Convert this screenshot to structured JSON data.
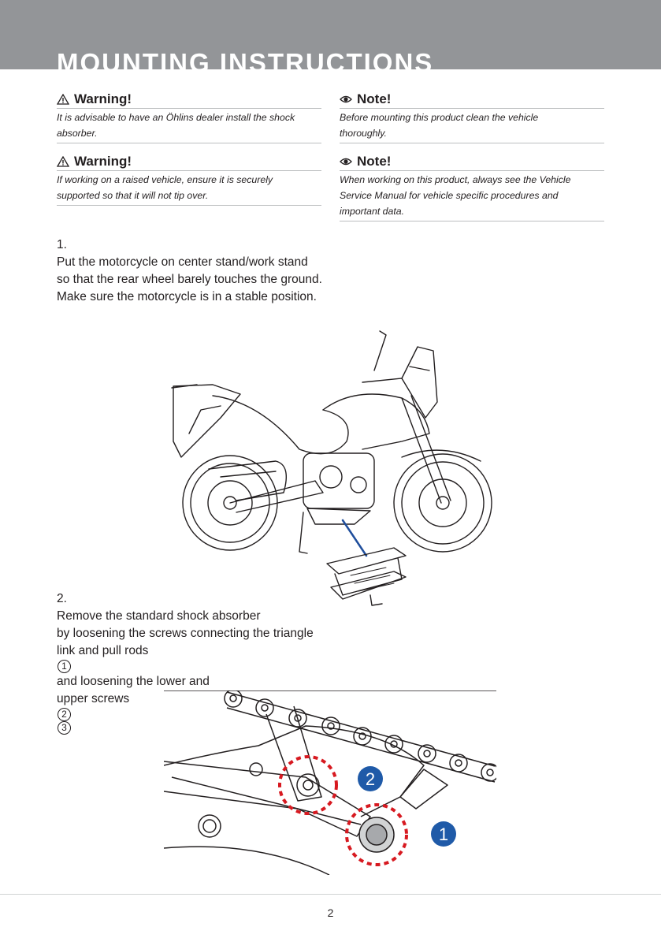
{
  "header": {
    "title": "MOUNTING INSTRUCTIONS",
    "band_color": "#939598"
  },
  "notices": [
    {
      "type": "warning",
      "icon": "warning-triangle-icon",
      "heading": "Warning!",
      "lines": [
        "It is advisable to have an Öhlins dealer install the shock",
        "absorber."
      ]
    },
    {
      "type": "note",
      "icon": "eye-icon",
      "heading": "Note!",
      "lines": [
        "Before mounting this product clean the vehicle",
        "thoroughly."
      ]
    },
    {
      "type": "warning",
      "icon": "warning-triangle-icon",
      "heading": "Warning!",
      "lines": [
        "If working on a raised vehicle, ensure it is securely",
        "supported so that it will not tip over."
      ]
    },
    {
      "type": "note",
      "icon": "eye-icon",
      "heading": "Note!",
      "lines": [
        "When working on this product, always see the Vehicle",
        "Service Manual for vehicle specific procedures and",
        "important data."
      ]
    }
  ],
  "steps": [
    {
      "number": "1.",
      "lines": [
        "Put the motorcycle on center stand/work stand",
        "so that the rear wheel barely touches the ground.",
        "Make sure the motorcycle is in a stable position."
      ]
    },
    {
      "number": "2.",
      "line1": "Remove the standard shock absorber",
      "line2": "by loosening the screws connecting the triangle",
      "line3_a": "link and pull rods",
      "line3_ref": "1",
      "line3_b": "and loosening the lower and",
      "line4_a": "upper screws",
      "line4_ref1": "2",
      "line4_ref2": "3"
    }
  ],
  "illustrations": {
    "motorcycle": {
      "description_icon": "motorcycle-on-stand-illustration",
      "accent_color": "#1f4e9c"
    },
    "linkage": {
      "callouts": [
        "2",
        "1"
      ],
      "callout_color": "#1f5aa8",
      "marker_color": "#d71920"
    }
  },
  "footer": {
    "page_number": "2"
  }
}
